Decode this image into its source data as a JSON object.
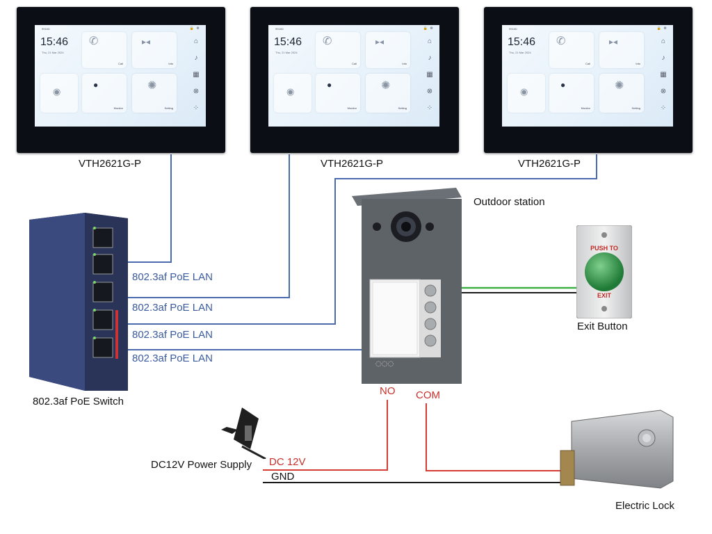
{
  "monitors": [
    {
      "model": "VTH2621G-P",
      "screen": {
        "top_text": "9916D",
        "time": "15:46",
        "date": "Thu, 21 Mar 2024",
        "tiles": {
          "call": "Call",
          "info": "Info",
          "monitor": "Monitor",
          "setting": "Setting"
        }
      }
    },
    {
      "model": "VTH2621G-P",
      "screen": {
        "top_text": "9916D",
        "time": "15:46",
        "date": "Thu, 21 Mar 2024",
        "tiles": {
          "call": "Call",
          "info": "Info",
          "monitor": "Monitor",
          "setting": "Setting"
        }
      }
    },
    {
      "model": "VTH2621G-P",
      "screen": {
        "top_text": "9916D",
        "time": "15:46",
        "date": "Thu, 21 Mar 2024",
        "tiles": {
          "call": "Call",
          "info": "Info",
          "monitor": "Monitor",
          "setting": "Setting"
        }
      }
    }
  ],
  "switch": {
    "label": "802.3af PoE Switch",
    "ports": [
      "802.3af PoE LAN",
      "802.3af PoE LAN",
      "802.3af PoE LAN",
      "802.3af PoE LAN"
    ]
  },
  "outdoor_station": {
    "label": "Outdoor station"
  },
  "exit_button": {
    "label": "Exit Button",
    "top_text": "PUSH TO",
    "bottom_text": "EXIT"
  },
  "electric_lock": {
    "label": "Electric Lock"
  },
  "power_supply": {
    "label": "DC12V Power Supply",
    "positive": "DC 12V",
    "ground": "GND"
  },
  "relay": {
    "no": "NO",
    "com": "COM"
  },
  "colors": {
    "poe_wire": "#4a6ab0",
    "power_wire": "#d63a34",
    "ground_wire": "#1a1a1a",
    "exit_wire_green": "#3cb043",
    "switch_body": "#2f3c6b",
    "station_body": "#5e6368",
    "button_green": "#2e9a4a"
  }
}
